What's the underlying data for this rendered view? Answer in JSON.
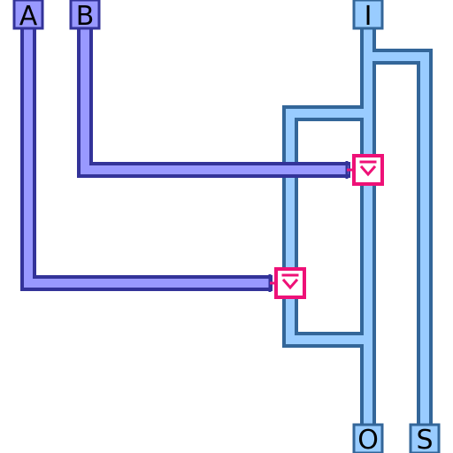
{
  "colors": {
    "input_wire_fill": "#9999ff",
    "input_wire_stroke": "#333399",
    "bus_fill": "#99ccff",
    "bus_stroke": "#336699",
    "gate_stroke": "#ee1177",
    "background": "#ffffff"
  },
  "ports": {
    "a": "A",
    "b": "B",
    "i": "I",
    "o": "O",
    "s": "S"
  },
  "gates": {
    "upper": {
      "icon": "chevron-down-icon"
    },
    "lower": {
      "icon": "chevron-down-icon"
    }
  }
}
